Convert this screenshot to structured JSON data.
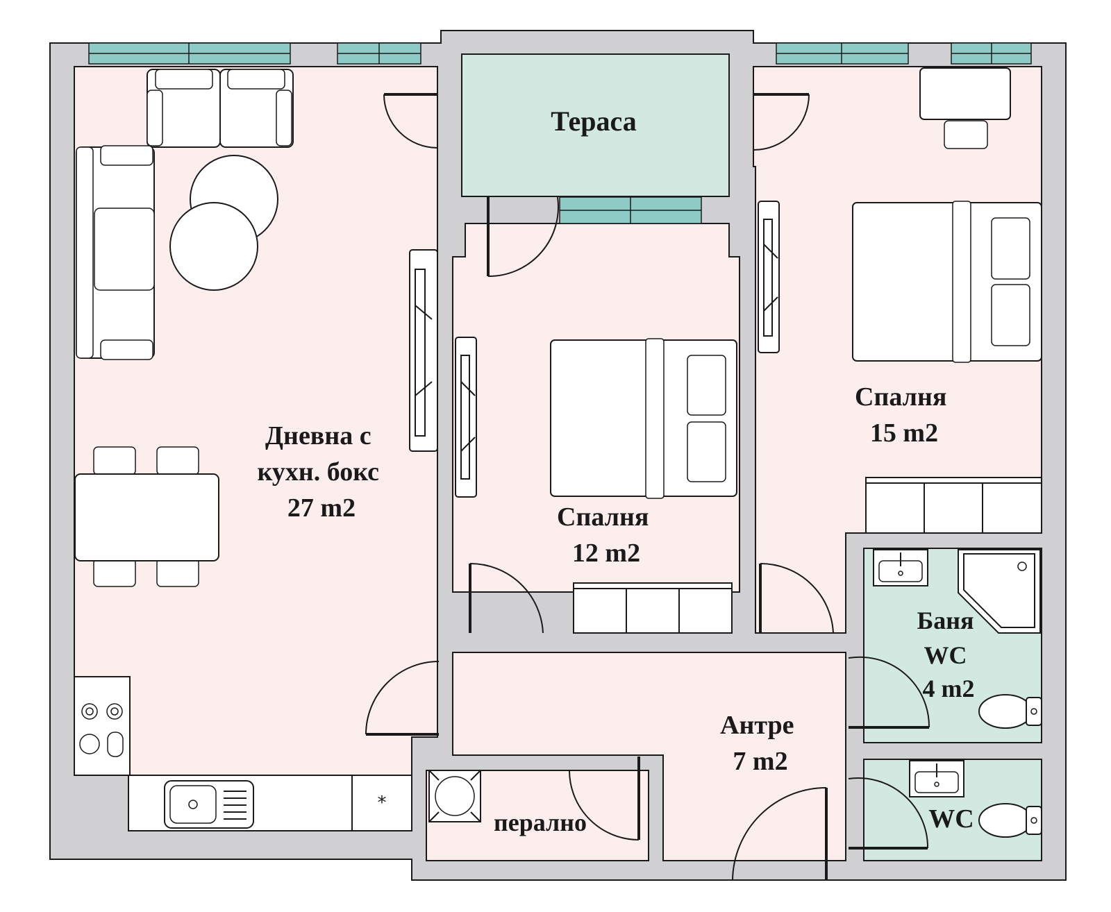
{
  "plan": {
    "rooms": {
      "living": {
        "lines": [
          "Дневна с",
          "кухн. бокс",
          "27 m2"
        ]
      },
      "terrace": {
        "lines": [
          "Тераса"
        ]
      },
      "bedroom_small": {
        "lines": [
          "Спалня",
          "12 m2"
        ]
      },
      "bedroom_large": {
        "lines": [
          "Спалня",
          "15 m2"
        ]
      },
      "bath": {
        "lines": [
          "Баня",
          "WC",
          "4 m2"
        ]
      },
      "hall": {
        "lines": [
          "Антре",
          "7 m2"
        ]
      },
      "laundry": {
        "lines": [
          "перално"
        ]
      },
      "wc": {
        "lines": [
          "WC"
        ]
      }
    },
    "colors": {
      "wall": "#d0d0d3",
      "room_pink": "#fdeeee",
      "room_green": "#d2e9e2",
      "window_glass": "#8fcbc6",
      "line": "#1a1a1a"
    }
  }
}
